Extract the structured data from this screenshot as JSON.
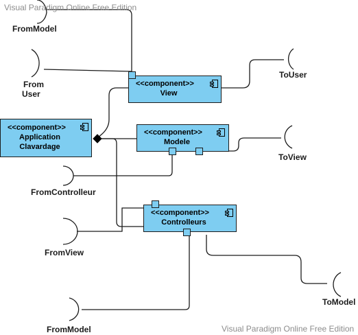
{
  "watermark": {
    "top": "Visual Paradigm Online Free Edition",
    "bottom": "Visual Paradigm Online Free Edition"
  },
  "components": {
    "application": {
      "stereotype": "<<component>>",
      "name_line1": "Application",
      "name_line2": "Clavardage"
    },
    "view": {
      "stereotype": "<<component>>",
      "name": "View"
    },
    "modele": {
      "stereotype": "<<component>>",
      "name": "Modele"
    },
    "controlleurs": {
      "stereotype": "<<component>>",
      "name": "Controlleurs"
    }
  },
  "interfaces": {
    "from_model_top": "FromModel",
    "from_user_line1": "From",
    "from_user_line2": "User",
    "to_user": "ToUser",
    "to_view": "ToView",
    "from_controlleur": "FromControlleur",
    "from_view": "FromView",
    "to_model": "ToModel",
    "from_model_bottom": "FromModel"
  },
  "colors": {
    "component_fill": "#7ecdf1",
    "stroke": "#1b1b1b",
    "watermark": "#8c8c8c"
  }
}
